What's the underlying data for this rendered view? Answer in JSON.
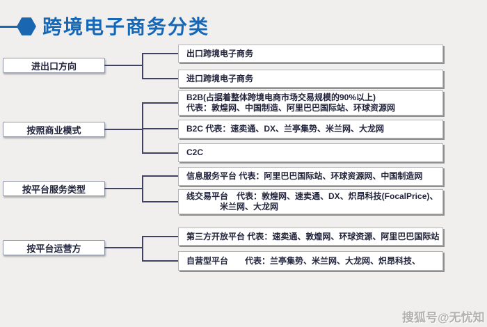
{
  "title": "跨境电子商务分类",
  "watermark": "搜狐号@无忧知",
  "colors": {
    "accent": "#1568b8",
    "line": "#3f4260",
    "background": "#f0efed"
  },
  "diagram": {
    "groups": [
      {
        "label": "进出口方向",
        "children": [
          {
            "text": "出口跨境电子商务"
          },
          {
            "text": "进口跨境电子商务"
          }
        ]
      },
      {
        "label": "按照商业模式",
        "children": [
          {
            "text": "B2B(占据着整体跨境电商市场交易规模的90%以上)\n代表：敦煌网、中国制造、阿里巴巴国际站、环球资源网"
          },
          {
            "text": "B2C  代表：速卖通、DX、兰亭集势、米兰网、大龙网"
          },
          {
            "text": "C2C"
          }
        ]
      },
      {
        "label": "按平台服务类型",
        "children": [
          {
            "text": "信息服务平台 代表：阿里巴巴国际站、环球资源网、中国制造网"
          },
          {
            "text": "线交易平台　代表：敦煌网、速卖通、DX、炽昂科技(FocalPrice)、\n　　　　米兰网、大龙网"
          }
        ]
      },
      {
        "label": "按平台运营方",
        "children": [
          {
            "text": "第三方开放平台 代表：速卖通、敦煌网、环球资源、阿里巴巴国际站"
          },
          {
            "text": "自营型平台　　代表：兰亭集势、米兰网、大龙网、炽昂科技、"
          }
        ]
      }
    ]
  }
}
